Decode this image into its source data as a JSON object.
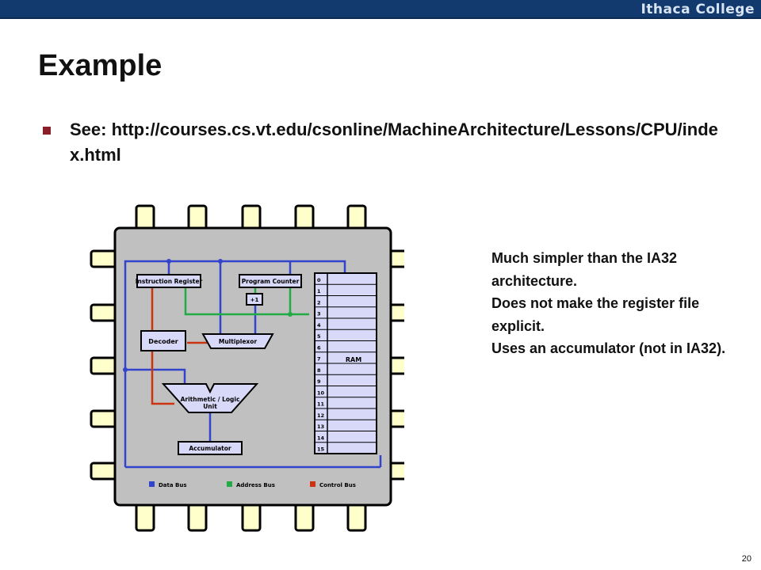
{
  "header": {
    "brand": "Ithaca College"
  },
  "slide": {
    "title": "Example",
    "bullet": "See: http://courses.cs.vt.edu/csonline/MachineArchitecture/Lessons/CPU/index.html",
    "notes": [
      "Much simpler than the IA32 architecture.",
      "Does not make the register file explicit.",
      "Uses an accumulator (not in IA32)."
    ],
    "page_number": "20"
  },
  "diagram": {
    "components": {
      "instruction_register": "Instruction Register",
      "program_counter": "Program Counter",
      "increment": "+1",
      "decoder": "Decoder",
      "multiplexor": "Multiplexor",
      "alu_line1": "Arithmetic / Logic",
      "alu_line2": "Unit",
      "accumulator": "Accumulator",
      "ram": "RAM"
    },
    "ram_addresses": [
      "0",
      "1",
      "2",
      "3",
      "4",
      "5",
      "6",
      "7",
      "8",
      "9",
      "10",
      "11",
      "12",
      "13",
      "14",
      "15"
    ],
    "legend": [
      {
        "label": "Data Bus",
        "color": "#3344cc"
      },
      {
        "label": "Address Bus",
        "color": "#22aa44"
      },
      {
        "label": "Control Bus",
        "color": "#cc3311"
      }
    ],
    "colors": {
      "chip": "#c0c0c0",
      "pin": "#ffffcc",
      "box": "#d8d8f8",
      "data_bus": "#3344cc",
      "address_bus": "#22aa44",
      "control_bus": "#cc3311"
    }
  }
}
